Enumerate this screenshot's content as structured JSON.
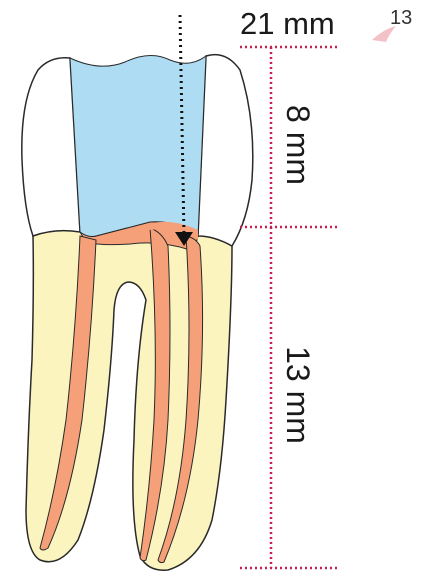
{
  "labels": {
    "total_length": "21 mm",
    "crown_length": "8 mm",
    "root_length": "13 mm",
    "page_number": "13"
  },
  "colors": {
    "enamel_crown": "#ffffff",
    "access_cavity": "#aedcf2",
    "dentin_root": "#fbf4bf",
    "pulp_canal": "#f6a07a",
    "outline": "#2a2a2a",
    "measure_line": "#c81e50",
    "instrument_arrow": "#111111"
  }
}
